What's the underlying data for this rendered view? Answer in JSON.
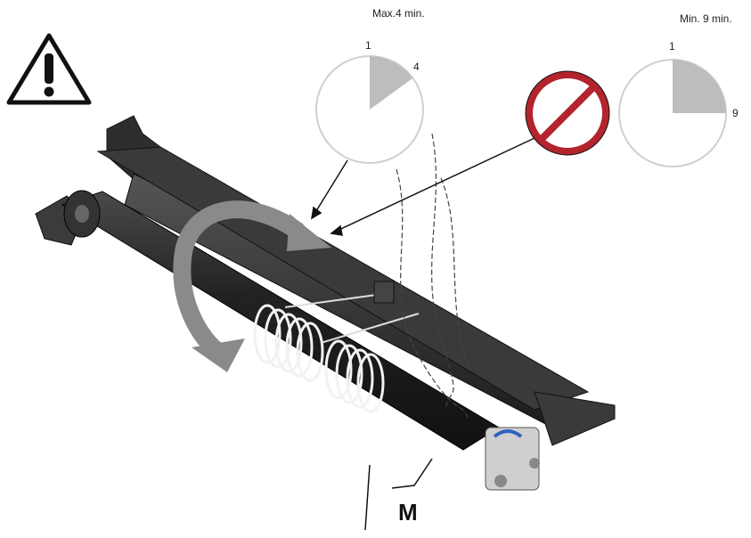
{
  "captions": {
    "max_time": "Max.4  min.",
    "min_time": "Min. 9 min."
  },
  "dial_left": {
    "start_label": "1",
    "end_label": "4",
    "filled_minutes": 4
  },
  "dial_right": {
    "start_label": "1",
    "end_label": "9",
    "filled_minutes": 9
  },
  "part_label": "M",
  "icons": {
    "warning": "warning-triangle-icon",
    "prohibited": "prohibition-sign-icon",
    "rotation": "curved-rotation-arrow-icon"
  },
  "colors": {
    "prohibition_red": "#b3242c",
    "dial_fill": "#bdbdbd",
    "arrow_gray": "#8a8a8a",
    "roller_dark": "#2b2b2b"
  }
}
